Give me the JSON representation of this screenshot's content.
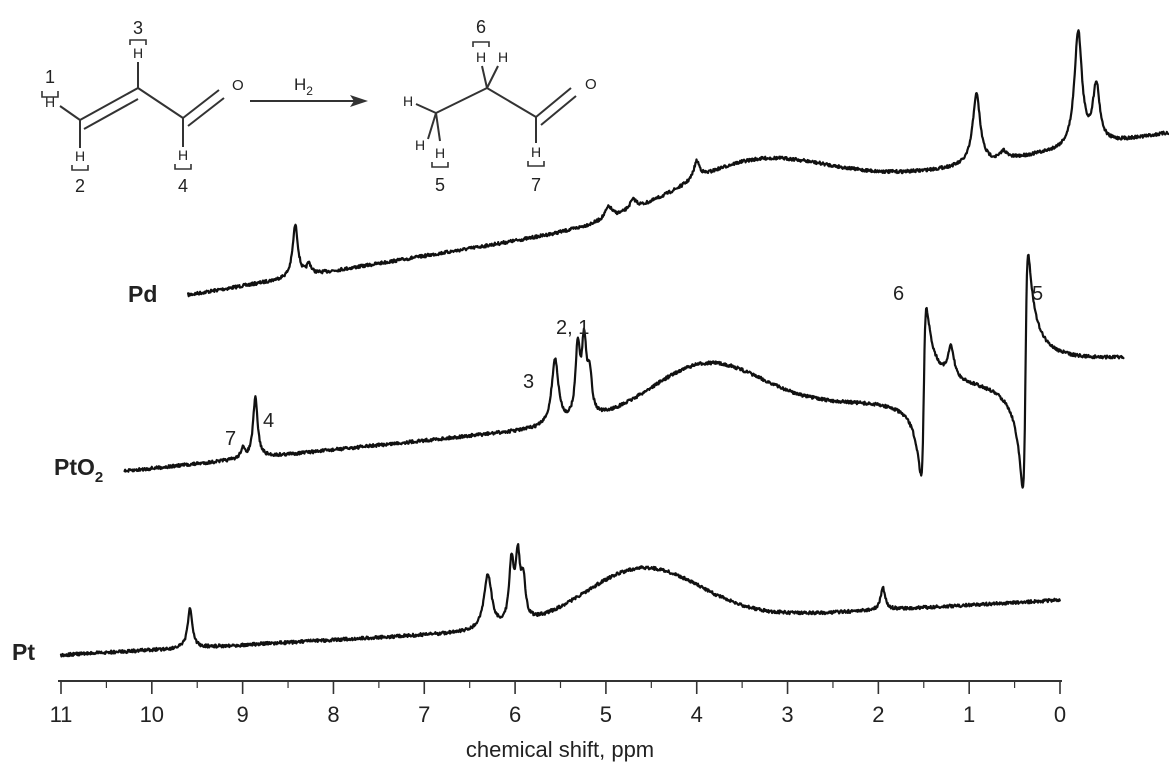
{
  "chart_data": {
    "type": "line",
    "xlabel": "chemical shift, ppm",
    "x_ticks": [
      "11",
      "10",
      "9",
      "8",
      "7",
      "6",
      "5",
      "4",
      "3",
      "2",
      "1",
      "0"
    ],
    "xlim": [
      11,
      0
    ],
    "x_reversed": true,
    "grid": false,
    "series": [
      {
        "name": "Pd",
        "peaks": [
          {
            "shift": 8.42,
            "height": 52,
            "width": 0.035
          },
          {
            "shift": 8.27,
            "height": 10,
            "width": 0.03
          },
          {
            "shift": 4.97,
            "height": 12,
            "width": 0.05
          },
          {
            "shift": 4.7,
            "height": 10,
            "width": 0.05
          },
          {
            "shift": 4.0,
            "height": 18,
            "width": 0.04
          },
          {
            "shift": 0.92,
            "height": 70,
            "width": 0.05
          },
          {
            "shift": 0.62,
            "height": 8,
            "width": 0.04
          },
          {
            "shift": -0.2,
            "height": 115,
            "width": 0.05
          },
          {
            "shift": -0.4,
            "height": 58,
            "width": 0.045
          }
        ]
      },
      {
        "name": "PtO2",
        "peaks": [
          {
            "shift": 9.0,
            "height": 10,
            "width": 0.025
          },
          {
            "shift": 8.86,
            "height": 60,
            "width": 0.03
          },
          {
            "shift": 5.56,
            "height": 66,
            "width": 0.045
          },
          {
            "shift": 5.31,
            "height": 70,
            "width": 0.03
          },
          {
            "shift": 5.24,
            "height": 72,
            "width": 0.03
          },
          {
            "shift": 5.18,
            "height": 40,
            "width": 0.03
          },
          {
            "shift": 1.2,
            "height": 30,
            "width": 0.04
          }
        ],
        "dispersive": [
          {
            "shift": 1.5,
            "amplitude": 150
          },
          {
            "shift": 0.38,
            "amplitude": 210
          }
        ]
      },
      {
        "name": "Pt",
        "peaks": [
          {
            "shift": 9.58,
            "height": 40,
            "width": 0.03
          },
          {
            "shift": 6.3,
            "height": 55,
            "width": 0.05
          },
          {
            "shift": 6.04,
            "height": 60,
            "width": 0.03
          },
          {
            "shift": 5.97,
            "height": 62,
            "width": 0.03
          },
          {
            "shift": 5.91,
            "height": 38,
            "width": 0.03
          },
          {
            "shift": 1.95,
            "height": 22,
            "width": 0.03
          }
        ]
      }
    ],
    "trace_labels": [
      {
        "text": "Pd"
      },
      {
        "text": "PtO",
        "sub": "2"
      },
      {
        "text": "Pt"
      }
    ],
    "peak_annotations": [
      "7",
      "4",
      "3",
      "2, 1",
      "6",
      "5"
    ]
  },
  "reaction_scheme": {
    "reagent": "H",
    "reagent_sub": "2",
    "atom_o": "O",
    "atom_h": "H",
    "reactant_labels": [
      "1",
      "2",
      "3",
      "4"
    ],
    "product_labels": [
      "5",
      "6",
      "7"
    ]
  }
}
